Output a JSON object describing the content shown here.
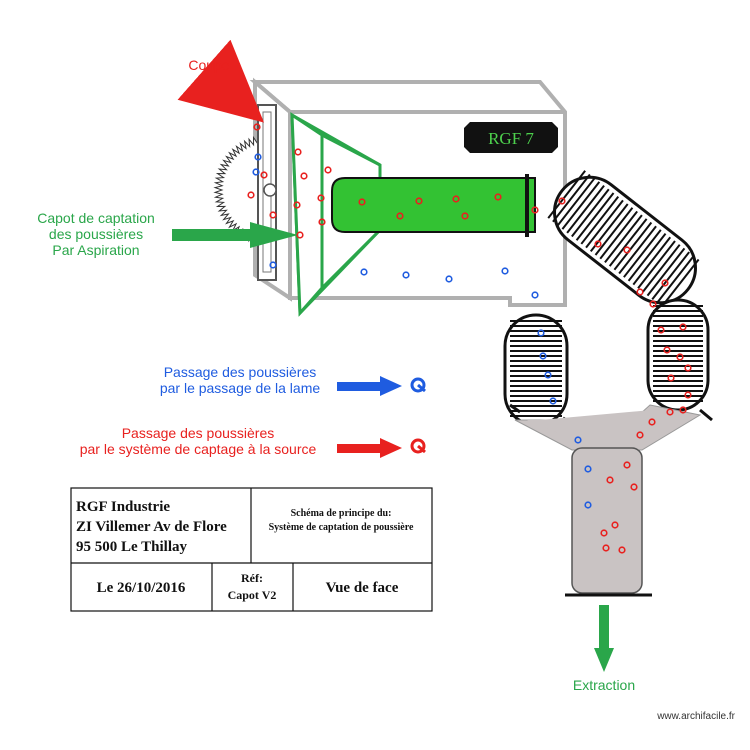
{
  "labels": {
    "coupe": "Coupe",
    "capot_line1": "Capot de captation",
    "capot_line2": "des poussières",
    "capot_line3": "Par Aspiration",
    "blue_line1": "Passage des poussières",
    "blue_line2": "par le passage de la lame",
    "red_line1": "Passage des poussières",
    "red_line2": "par le système de captage à la source",
    "extraction": "Extraction",
    "machine_tag": "RGF 7"
  },
  "title_block": {
    "company_line1": "RGF Industrie",
    "company_line2": "ZI Villemer Av de Flore",
    "company_line3": "95 500 Le Thillay",
    "scheme_line1": "Schéma de principe du:",
    "scheme_line2": "Système de captation de poussière",
    "date": "Le 26/10/2016",
    "ref_label": "Réf:",
    "ref_value": "Capot V2",
    "view": "Vue de face"
  },
  "watermark": "www.archifacile.fr",
  "colors": {
    "red": "#e8211f",
    "blue": "#1f5ce0",
    "green": "#2aa64a",
    "hood_green": "#33c233",
    "duct_gray": "#b0b0b0",
    "hopper_fill": "#c9c3c3"
  }
}
